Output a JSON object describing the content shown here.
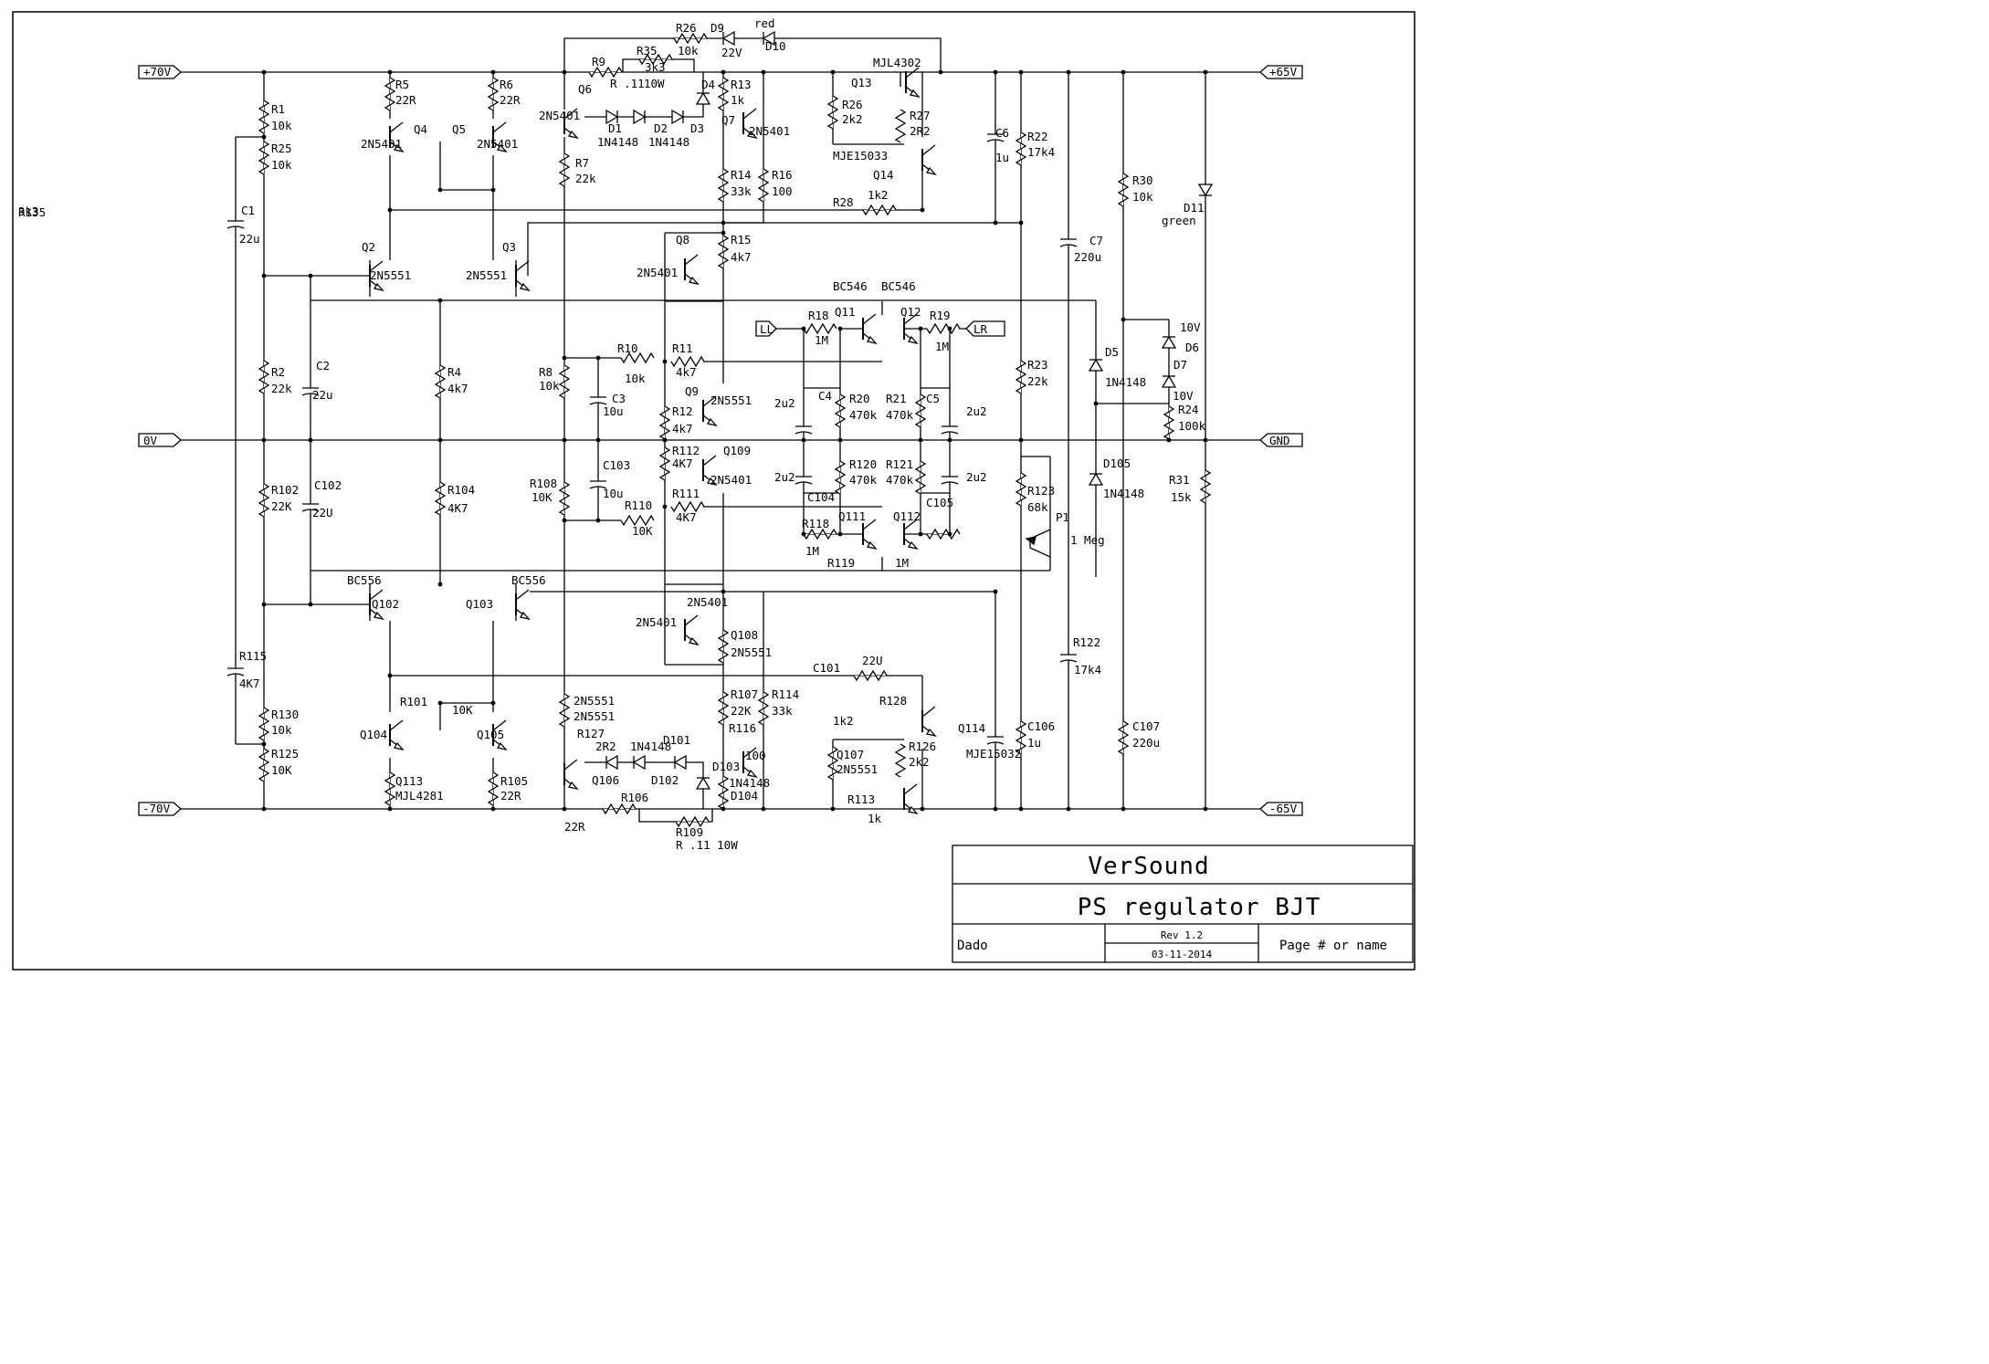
{
  "title_block": {
    "company": "VerSound",
    "title": "PS regulator BJT",
    "author": "Dado",
    "rev": "Rev 1.2",
    "date": "03-11-2014",
    "page": "Page # or name"
  },
  "ports": {
    "p70": "+70V",
    "p65": "+65V",
    "zero": "0V",
    "gnd": "GND",
    "m70": "-70V",
    "m65": "-65V",
    "ll": "LL",
    "lr": "LR"
  },
  "labels": [
    "R1",
    "10k",
    "R25",
    "10k",
    "C1",
    "22u",
    "R5",
    "22R",
    "R6",
    "22R",
    "Q4",
    "Q5",
    "2N5401",
    "2N5401",
    "Q2",
    "Q3",
    "2N5551",
    "2N5551",
    "R9",
    "R .11",
    "10W",
    "R35",
    "3k3",
    "R26",
    "10k",
    "D9",
    "22V",
    "red",
    "D10",
    "Q6",
    "2N5401",
    "D1",
    "1N4148",
    "D2",
    "1N4148",
    "D3",
    "D4",
    "R13",
    "1k",
    "Q7",
    "2N5401",
    "MJL4302",
    "Q13",
    "R26",
    "2k2",
    "R27",
    "2R2",
    "MJE15033",
    "Q14",
    "R7",
    "22k",
    "R14",
    "33k",
    "R16",
    "100",
    "R28",
    "1k2",
    "C6",
    "1u",
    "R22",
    "17k4",
    "C7",
    "220u",
    "R30",
    "10k",
    "D11",
    "green",
    "Q8",
    "2N5401",
    "R15",
    "4k7",
    "BC546",
    "BC546",
    "R18",
    "1M",
    "Q11",
    "Q12",
    "R19",
    "1M",
    "R2",
    "22k",
    "C2",
    "22u",
    "R4",
    "4k7",
    "R8",
    "10k",
    "R10",
    "10k",
    "R11",
    "4k7",
    "C3",
    "10u",
    "Q9",
    "2N5551",
    "R12",
    "4k7",
    "C4",
    "2u2",
    "R20",
    "470k",
    "R21",
    "470k",
    "C5",
    "2u2",
    "R23",
    "22k",
    "D5",
    "1N4148",
    "D6",
    "10V",
    "D7",
    "10V",
    "R24",
    "100k",
    "R112",
    "4K7",
    "Q109",
    "2N5401",
    "R108",
    "10K",
    "C103",
    "10u",
    "R110",
    "10K",
    "R111",
    "4K7",
    "2u2",
    "C104",
    "R120",
    "470k",
    "R121",
    "470k",
    "2u2",
    "C105",
    "R123",
    "68k",
    "P1",
    "1 Meg",
    "D105",
    "1N4148",
    "R31",
    "15k",
    "R102",
    "22K",
    "C102",
    "22U",
    "R104",
    "4K7",
    "Q111",
    "Q112",
    "R118",
    "1M",
    "R119",
    "1M",
    "BC556",
    "BC556",
    "Q102",
    "Q103",
    "2N5401",
    "2N5401",
    "Q108",
    "2N5551",
    "R115",
    "4K7",
    "C101",
    "22U",
    "R128",
    "1k2",
    "Q114",
    "MJE15032",
    "C106",
    "1u",
    "R122",
    "17k4",
    "C107",
    "220u",
    "R130",
    "10k",
    "R125",
    "10K",
    "R101",
    "10K",
    "Q104",
    "Q105",
    "2N5551",
    "2N5551",
    "R107",
    "22K",
    "R114",
    "33k",
    "R116",
    "100",
    "Q107",
    "2N5551",
    "R126",
    "2k2",
    "R127",
    "2R2",
    "Q106",
    "1N4148",
    "D101",
    "D102",
    "D103",
    "1N4148",
    "D104",
    "R113",
    "1k",
    "Q113",
    "MJL4281",
    "R105",
    "22R",
    "R106",
    "22R",
    "R109",
    "R .11 10W",
    "3k3",
    "R135"
  ]
}
